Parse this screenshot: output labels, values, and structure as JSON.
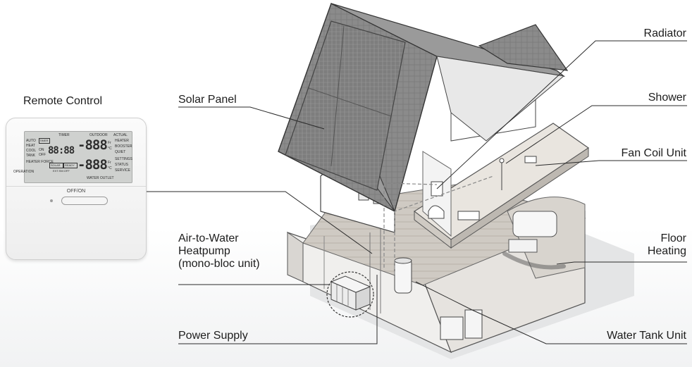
{
  "labels": {
    "remote_control": "Remote Control",
    "solar_panel": "Solar Panel",
    "radiator": "Radiator",
    "shower": "Shower",
    "fan_coil_unit": "Fan Coil Unit",
    "floor_heating": "Floor\nHeating",
    "air_to_water": "Air-to-Water\nHeatpump\n(mono-bloc unit)",
    "power_supply": "Power Supply",
    "water_tank_unit": "Water Tank Unit"
  },
  "remote": {
    "timer": "TIMER",
    "outdoor": "OUTDOOR",
    "actual": "ACTUAL",
    "modes": [
      "AUTO",
      "HEAT",
      "COOL",
      "TANK"
    ],
    "heater_force": "HEATER\nFORCE",
    "operation": "OPERATION",
    "timer_box": "TIMER",
    "on": "ON",
    "off": "OFF",
    "clock": "88:88",
    "seg_top": "-888",
    "seg_bottom": "-888",
    "unit_c": "°C",
    "fr": "Fr",
    "indicators": [
      "HEATER",
      "BOOSTER",
      "QUIET",
      "SETTINGS",
      "STATUS",
      "SERVICE"
    ],
    "solar": "SOLAR",
    "ready": "READY",
    "ext_sw_off": "EXT.SW.OFF",
    "water_outlet": "WATER OUTLET",
    "off_on": "OFF/ON"
  }
}
